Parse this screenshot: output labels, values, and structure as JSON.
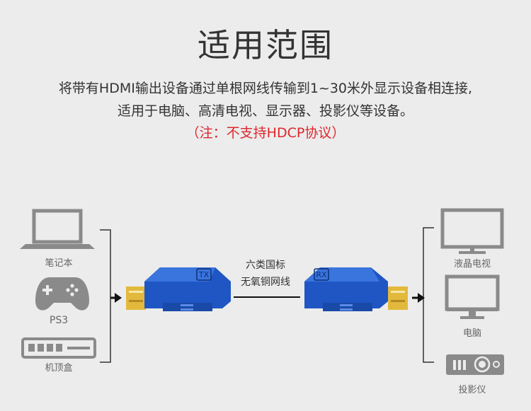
{
  "title": "适用范围",
  "description_line1": "将带有HDMI输出设备通过单根网线传输到1~30米外显示设备相连接,",
  "description_line2": "适用于电脑、高清电视、显示器、投影仪等设备。",
  "note": "（注：不支持HDCP协议）",
  "sources": [
    {
      "label": "笔记本",
      "icon": "laptop-icon"
    },
    {
      "label": "PS3",
      "icon": "gamepad-icon"
    },
    {
      "label": "机顶盒",
      "icon": "set-top-box-icon"
    }
  ],
  "cable": {
    "line1": "六类国标",
    "line2": "无氧铜网线"
  },
  "extenders": {
    "left_mark": "TX",
    "right_mark": "RX"
  },
  "displays": [
    {
      "label": "液晶电视",
      "icon": "lcd-tv-icon"
    },
    {
      "label": "电脑",
      "icon": "computer-monitor-icon"
    },
    {
      "label": "投影仪",
      "icon": "projector-icon"
    }
  ],
  "colors": {
    "accent_blue": "#1f56c4",
    "note_red": "#e0262c",
    "icon_gray": "#8a8a8a",
    "gold": "#e2b93c"
  }
}
